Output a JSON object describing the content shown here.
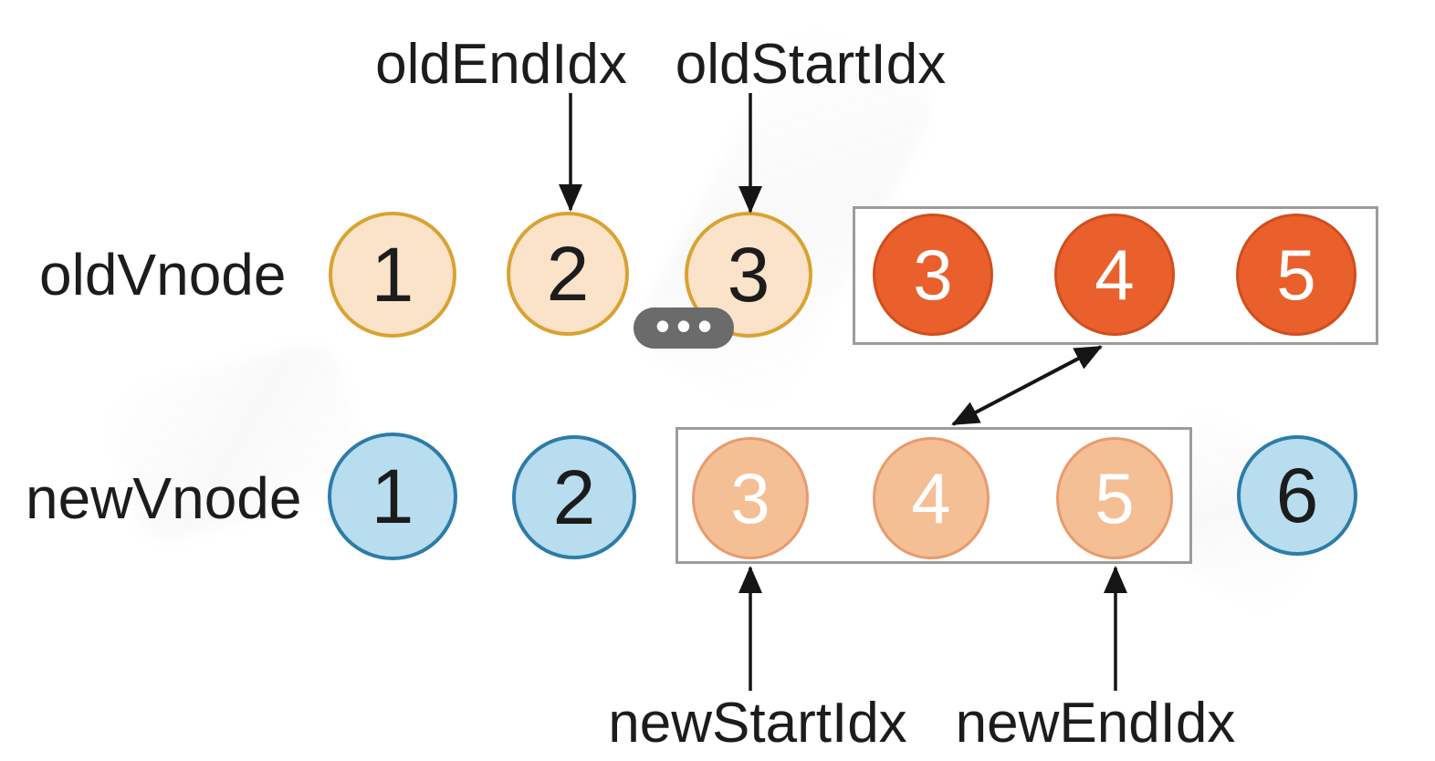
{
  "colors": {
    "background": "#ffffff",
    "text": "#1c1c1c",
    "arrow": "#151515",
    "old_node_fill": "#fae3c8",
    "old_node_border": "#d9a232",
    "boxed_old_fill": "#e9602c",
    "boxed_old_border": "#d14e1d",
    "boxed_node_text": "#ffffff",
    "new_node_fill": "#f5bf95",
    "new_node_border": "#e99a6c",
    "blue_node_fill": "#b8ddef",
    "blue_node_border": "#2d7ca8",
    "box_border": "#9c9c9c",
    "ellipsis_pill": "#6b6b6b",
    "ellipsis_dot": "#ffffff"
  },
  "icons": {
    "ellipsis": "•••"
  },
  "pointers": {
    "old_end": {
      "label": "oldEndIdx"
    },
    "old_start": {
      "label": "oldStartIdx"
    },
    "new_start": {
      "label": "newStartIdx"
    },
    "new_end": {
      "label": "newEndIdx"
    }
  },
  "old_row": {
    "label": "oldVnode",
    "nodes": [
      {
        "value": "1"
      },
      {
        "value": "2"
      },
      {
        "value": "3"
      }
    ],
    "boxed_nodes": [
      {
        "value": "3"
      },
      {
        "value": "4"
      },
      {
        "value": "5"
      }
    ]
  },
  "new_row": {
    "label": "newVnode",
    "left_nodes": [
      {
        "value": "1"
      },
      {
        "value": "2"
      }
    ],
    "boxed_nodes": [
      {
        "value": "3"
      },
      {
        "value": "4"
      },
      {
        "value": "5"
      }
    ],
    "right_nodes": [
      {
        "value": "6"
      }
    ]
  }
}
